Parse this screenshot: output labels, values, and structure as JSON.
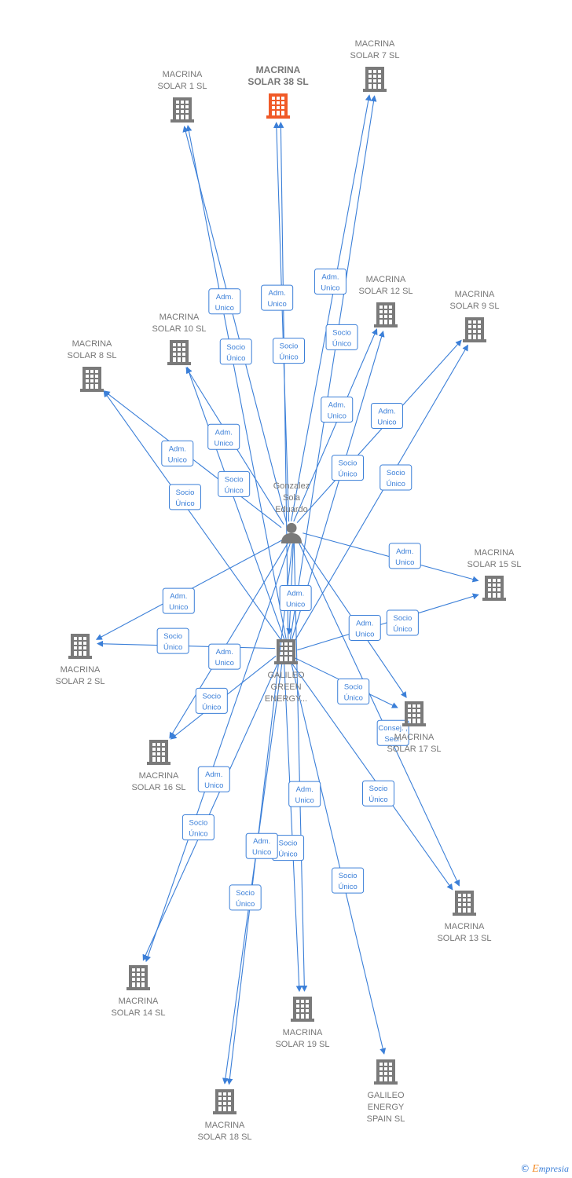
{
  "colors": {
    "edge": "#3b7fd8",
    "node": "#7a7a7a",
    "focus_node": "#f05a28",
    "label": "#777777"
  },
  "nodes": [
    {
      "id": "ms38",
      "label": [
        "MACRINA",
        "SOLAR 38  SL"
      ],
      "icon": "building-icon",
      "focus": true
    },
    {
      "id": "ms1",
      "label": [
        "MACRINA",
        "SOLAR 1  SL"
      ],
      "icon": "building-icon"
    },
    {
      "id": "ms7",
      "label": [
        "MACRINA",
        "SOLAR 7  SL"
      ],
      "icon": "building-icon"
    },
    {
      "id": "ms12",
      "label": [
        "MACRINA",
        "SOLAR 12  SL"
      ],
      "icon": "building-icon"
    },
    {
      "id": "ms9",
      "label": [
        "MACRINA",
        "SOLAR 9  SL"
      ],
      "icon": "building-icon"
    },
    {
      "id": "ms10",
      "label": [
        "MACRINA",
        "SOLAR 10  SL"
      ],
      "icon": "building-icon"
    },
    {
      "id": "ms8",
      "label": [
        "MACRINA",
        "SOLAR 8  SL"
      ],
      "icon": "building-icon"
    },
    {
      "id": "person",
      "label": [
        "Gonzalez",
        "Sola",
        "Eduardo"
      ],
      "icon": "person-icon"
    },
    {
      "id": "ms15",
      "label": [
        "MACRINA",
        "SOLAR 15  SL"
      ],
      "icon": "building-icon"
    },
    {
      "id": "ms2",
      "label": [
        "MACRINA",
        "SOLAR 2  SL"
      ],
      "icon": "building-icon"
    },
    {
      "id": "galileo",
      "label": [
        "GALILEO",
        "GREEN",
        "ENERGY..."
      ],
      "icon": "building-icon"
    },
    {
      "id": "ms17",
      "label": [
        "MACRINA",
        "SOLAR 17  SL"
      ],
      "icon": "building-icon"
    },
    {
      "id": "ms16",
      "label": [
        "MACRINA",
        "SOLAR 16  SL"
      ],
      "icon": "building-icon"
    },
    {
      "id": "ms13",
      "label": [
        "MACRINA",
        "SOLAR 13  SL"
      ],
      "icon": "building-icon"
    },
    {
      "id": "ms14",
      "label": [
        "MACRINA",
        "SOLAR 14  SL"
      ],
      "icon": "building-icon"
    },
    {
      "id": "ms19",
      "label": [
        "MACRINA",
        "SOLAR 19  SL"
      ],
      "icon": "building-icon"
    },
    {
      "id": "ges",
      "label": [
        "GALILEO",
        "ENERGY",
        "SPAIN  SL"
      ],
      "icon": "building-icon"
    },
    {
      "id": "ms18",
      "label": [
        "MACRINA",
        "SOLAR 18  SL"
      ],
      "icon": "building-icon"
    }
  ],
  "edges": [
    {
      "from": "person",
      "to": "ms1",
      "label": [
        "Adm.",
        "Unico"
      ]
    },
    {
      "from": "galileo",
      "to": "ms1",
      "label": [
        "Socio",
        "Único"
      ]
    },
    {
      "from": "person",
      "to": "ms38",
      "label": [
        "Adm.",
        "Unico"
      ]
    },
    {
      "from": "galileo",
      "to": "ms38",
      "label": [
        "Socio",
        "Único"
      ]
    },
    {
      "from": "person",
      "to": "ms7",
      "label": [
        "Adm.",
        "Unico"
      ]
    },
    {
      "from": "galileo",
      "to": "ms7",
      "label": [
        "Socio",
        "Único"
      ]
    },
    {
      "from": "person",
      "to": "ms12",
      "label": [
        "Adm.",
        "Unico"
      ]
    },
    {
      "from": "galileo",
      "to": "ms12",
      "label": [
        "Socio",
        "Único"
      ]
    },
    {
      "from": "person",
      "to": "ms9",
      "label": [
        "Adm.",
        "Unico"
      ]
    },
    {
      "from": "galileo",
      "to": "ms9",
      "label": [
        "Socio",
        "Único"
      ]
    },
    {
      "from": "person",
      "to": "ms10",
      "label": [
        "Adm.",
        "Unico"
      ]
    },
    {
      "from": "galileo",
      "to": "ms10",
      "label": [
        "Socio",
        "Único"
      ]
    },
    {
      "from": "person",
      "to": "ms8",
      "label": [
        "Adm.",
        "Unico"
      ]
    },
    {
      "from": "galileo",
      "to": "ms8",
      "label": [
        "Socio",
        "Único"
      ]
    },
    {
      "from": "person",
      "to": "ms15",
      "label": [
        "Adm.",
        "Unico"
      ]
    },
    {
      "from": "galileo",
      "to": "ms15",
      "label": [
        "Socio",
        "Único"
      ]
    },
    {
      "from": "person",
      "to": "ms2",
      "label": [
        "Adm.",
        "Unico"
      ]
    },
    {
      "from": "galileo",
      "to": "ms2",
      "label": [
        "Socio",
        "Único"
      ]
    },
    {
      "from": "person",
      "to": "ms17",
      "label": [
        "Adm.",
        "Unico"
      ]
    },
    {
      "from": "galileo",
      "to": "ms17",
      "label": [
        "Socio",
        "Único"
      ]
    },
    {
      "from": "person",
      "to": "ms16",
      "label": [
        "Adm.",
        "Unico"
      ]
    },
    {
      "from": "galileo",
      "to": "ms16",
      "label": [
        "Socio",
        "Único"
      ]
    },
    {
      "from": "person",
      "to": "ms13",
      "label": [
        "Consej. ,",
        "Secr."
      ]
    },
    {
      "from": "galileo",
      "to": "ms13",
      "label": [
        "Socio",
        "Único"
      ]
    },
    {
      "from": "person",
      "to": "ms14",
      "label": [
        "Adm.",
        "Unico"
      ]
    },
    {
      "from": "galileo",
      "to": "ms14",
      "label": [
        "Socio",
        "Único"
      ]
    },
    {
      "from": "person",
      "to": "ms19",
      "label": [
        "Adm.",
        "Unico"
      ]
    },
    {
      "from": "galileo",
      "to": "ms19",
      "label": [
        "Socio",
        "Único"
      ]
    },
    {
      "from": "person",
      "to": "ms18",
      "label": [
        "Adm.",
        "Unico"
      ]
    },
    {
      "from": "galileo",
      "to": "ms18",
      "label": [
        "Socio",
        "Único"
      ]
    },
    {
      "from": "person",
      "to": "galileo",
      "label": [
        "Adm.",
        "Unico"
      ]
    },
    {
      "from": "galileo",
      "to": "ges",
      "label": [
        "Socio",
        "Único"
      ]
    }
  ],
  "credit": {
    "copyright": "©",
    "brand": "mpresia",
    "brand_initial": "E"
  }
}
